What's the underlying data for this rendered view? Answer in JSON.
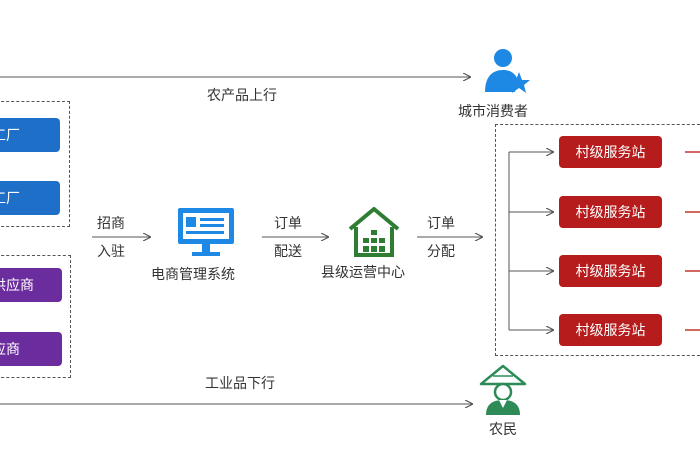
{
  "flows": {
    "top_label": "农产品上行",
    "bottom_label": "工业品下行"
  },
  "left": {
    "factories": [
      "工厂",
      "工厂"
    ],
    "suppliers": [
      "供应商",
      "应商"
    ]
  },
  "join_label": [
    "招商",
    "入驻"
  ],
  "order_deliver_label": [
    "订单",
    "配送"
  ],
  "order_distribute_label": [
    "订单",
    "分配"
  ],
  "nodes": {
    "ecommerce": "电商管理系统",
    "county_center": "县级运营中心",
    "consumer": "城市消费者",
    "farmer": "农民"
  },
  "stations": [
    "村级服务站",
    "村级服务站",
    "村级服务站",
    "村级服务站"
  ],
  "icons": {
    "consumer": "person-star-icon",
    "farmer": "farmer-hat-icon",
    "ecommerce": "monitor-icon",
    "county_center": "warehouse-icon"
  },
  "colors": {
    "blue": "#1e6fc7",
    "purple": "#6b2c9e",
    "red": "#b71c1c",
    "icon_blue": "#1e88e5",
    "icon_green": "#2e7d32",
    "line": "#555555"
  }
}
